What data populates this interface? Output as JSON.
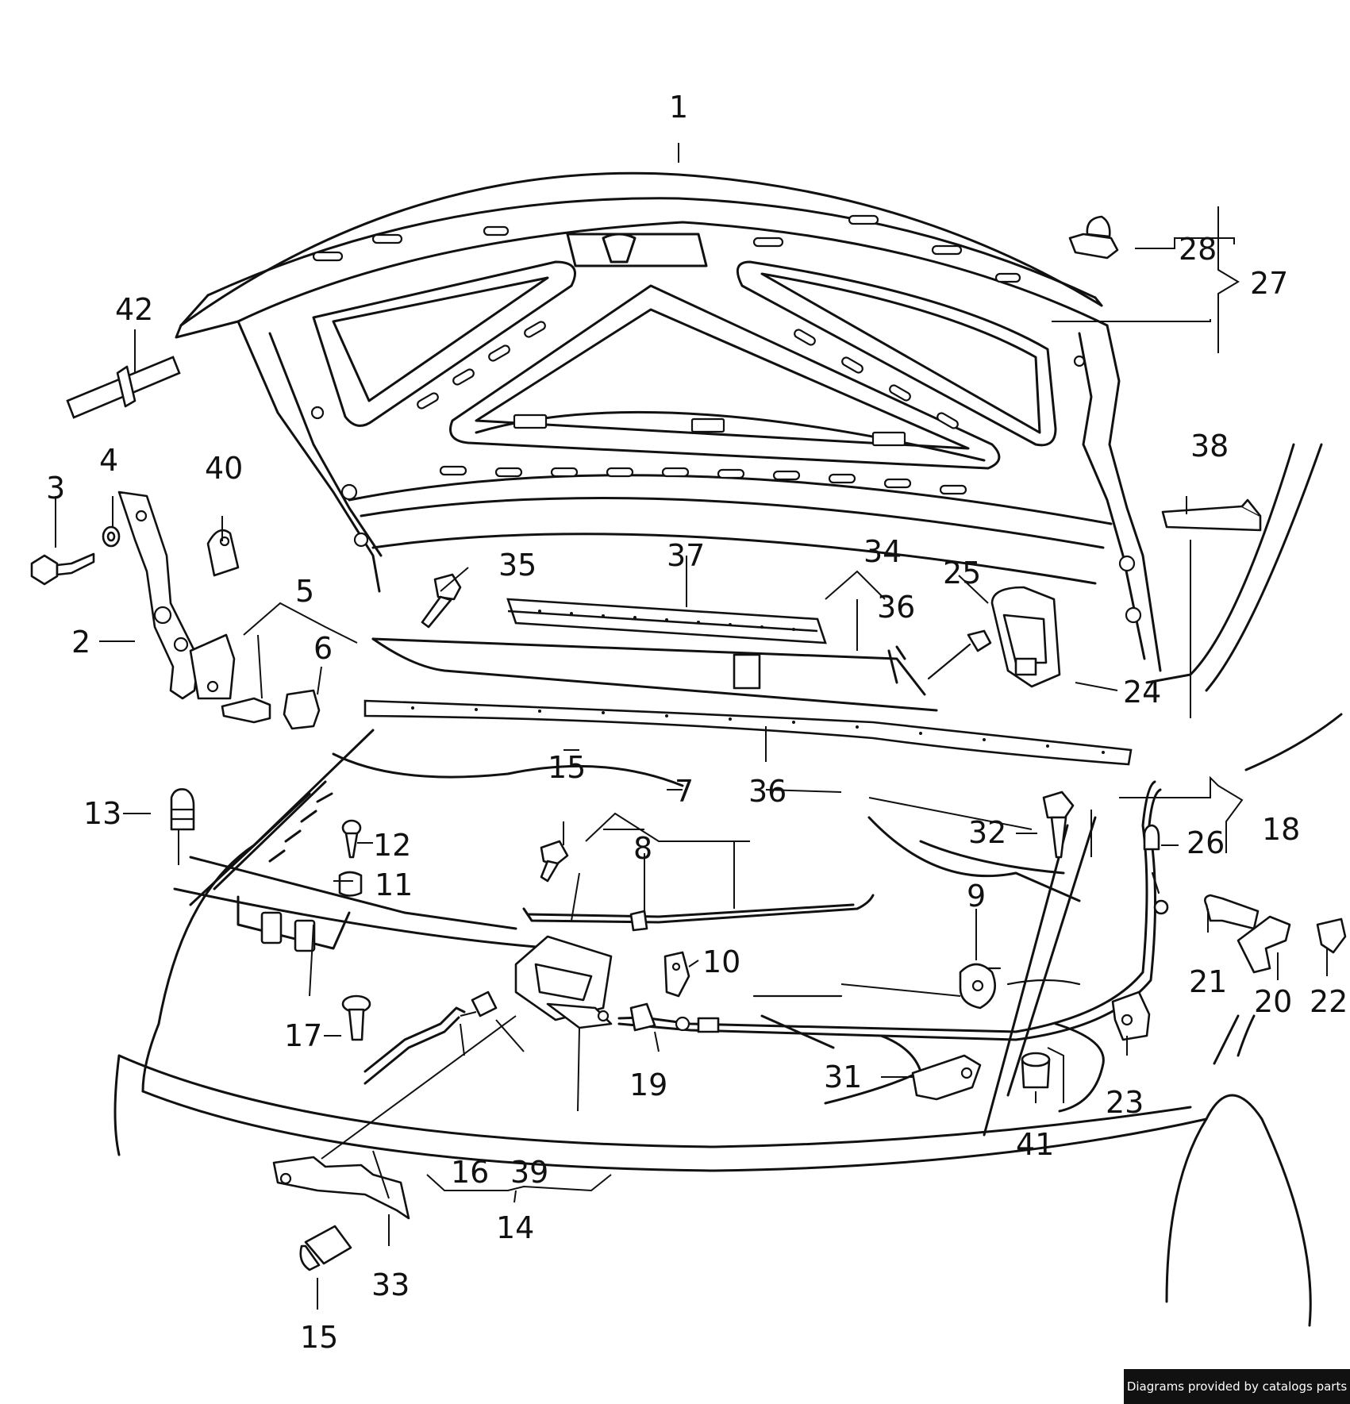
{
  "callouts": [
    {
      "id": "c1",
      "text": "1"
    },
    {
      "id": "c2",
      "text": "2"
    },
    {
      "id": "c3",
      "text": "3"
    },
    {
      "id": "c4",
      "text": "4"
    },
    {
      "id": "c5",
      "text": "5"
    },
    {
      "id": "c6",
      "text": "6"
    },
    {
      "id": "c7",
      "text": "7"
    },
    {
      "id": "c8",
      "text": "8"
    },
    {
      "id": "c9",
      "text": "9"
    },
    {
      "id": "c10",
      "text": "10"
    },
    {
      "id": "c11",
      "text": "11"
    },
    {
      "id": "c12",
      "text": "12"
    },
    {
      "id": "c13",
      "text": "13"
    },
    {
      "id": "c14",
      "text": "14"
    },
    {
      "id": "c15a",
      "text": "15"
    },
    {
      "id": "c15b",
      "text": "15"
    },
    {
      "id": "c16",
      "text": "16"
    },
    {
      "id": "c17",
      "text": "17"
    },
    {
      "id": "c18",
      "text": "18"
    },
    {
      "id": "c19",
      "text": "19"
    },
    {
      "id": "c20",
      "text": "20"
    },
    {
      "id": "c21",
      "text": "21"
    },
    {
      "id": "c22",
      "text": "22"
    },
    {
      "id": "c23",
      "text": "23"
    },
    {
      "id": "c24",
      "text": "24"
    },
    {
      "id": "c25",
      "text": "25"
    },
    {
      "id": "c26",
      "text": "26"
    },
    {
      "id": "c27",
      "text": "27"
    },
    {
      "id": "c28",
      "text": "28"
    },
    {
      "id": "c31",
      "text": "31"
    },
    {
      "id": "c32",
      "text": "32"
    },
    {
      "id": "c33",
      "text": "33"
    },
    {
      "id": "c34",
      "text": "34"
    },
    {
      "id": "c35",
      "text": "35"
    },
    {
      "id": "c36a",
      "text": "36"
    },
    {
      "id": "c36b",
      "text": "36"
    },
    {
      "id": "c37",
      "text": "37"
    },
    {
      "id": "c38",
      "text": "38"
    },
    {
      "id": "c39",
      "text": "39"
    },
    {
      "id": "c40",
      "text": "40"
    },
    {
      "id": "c41",
      "text": "41"
    },
    {
      "id": "c42",
      "text": "42"
    }
  ],
  "footer": {
    "credit": "Diagrams provided by catalogs parts"
  }
}
